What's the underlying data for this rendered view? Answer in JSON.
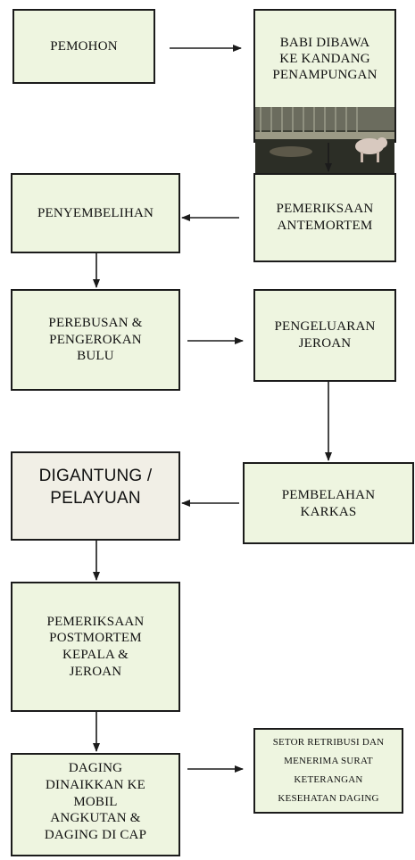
{
  "nodes": {
    "pemohon": "PEMOHON",
    "babi_dibawa": "BABI DIBAWA\nKE KANDANG\nPENAMPUNGAN",
    "pemeriksaan_antemortem": "PEMERIKSAAN\nANTEMORTEM",
    "penyembelihan": "PENYEMBELIHAN",
    "perebusan": "PEREBUSAN &\nPENGEROKAN\nBULU",
    "pengeluaran_jeroan": "PENGELUARAN\nJEROAN",
    "pembelahan_karkas": "PEMBELAHAN\nKARKAS",
    "digantung": "DIGANTUNG /\nPELAYUAN",
    "pemeriksaan_postmortem": "PEMERIKSAAN\nPOSTMORTEM\nKEPALA &\nJEROAN",
    "daging_dinaikkan": "DAGING\nDINAIKKAN KE\nMOBIL\nANGKUTAN &\nDAGING DI CAP",
    "setor_retribusi": "SETOR RETRIBUSI DAN\nMENERIMA SURAT\nKETERANGAN\nKESEHATAN DAGING"
  },
  "colors": {
    "box_fill": "#eef5e0",
    "box_fill_beige": "#f1efe6",
    "border": "#1b1b1b"
  }
}
